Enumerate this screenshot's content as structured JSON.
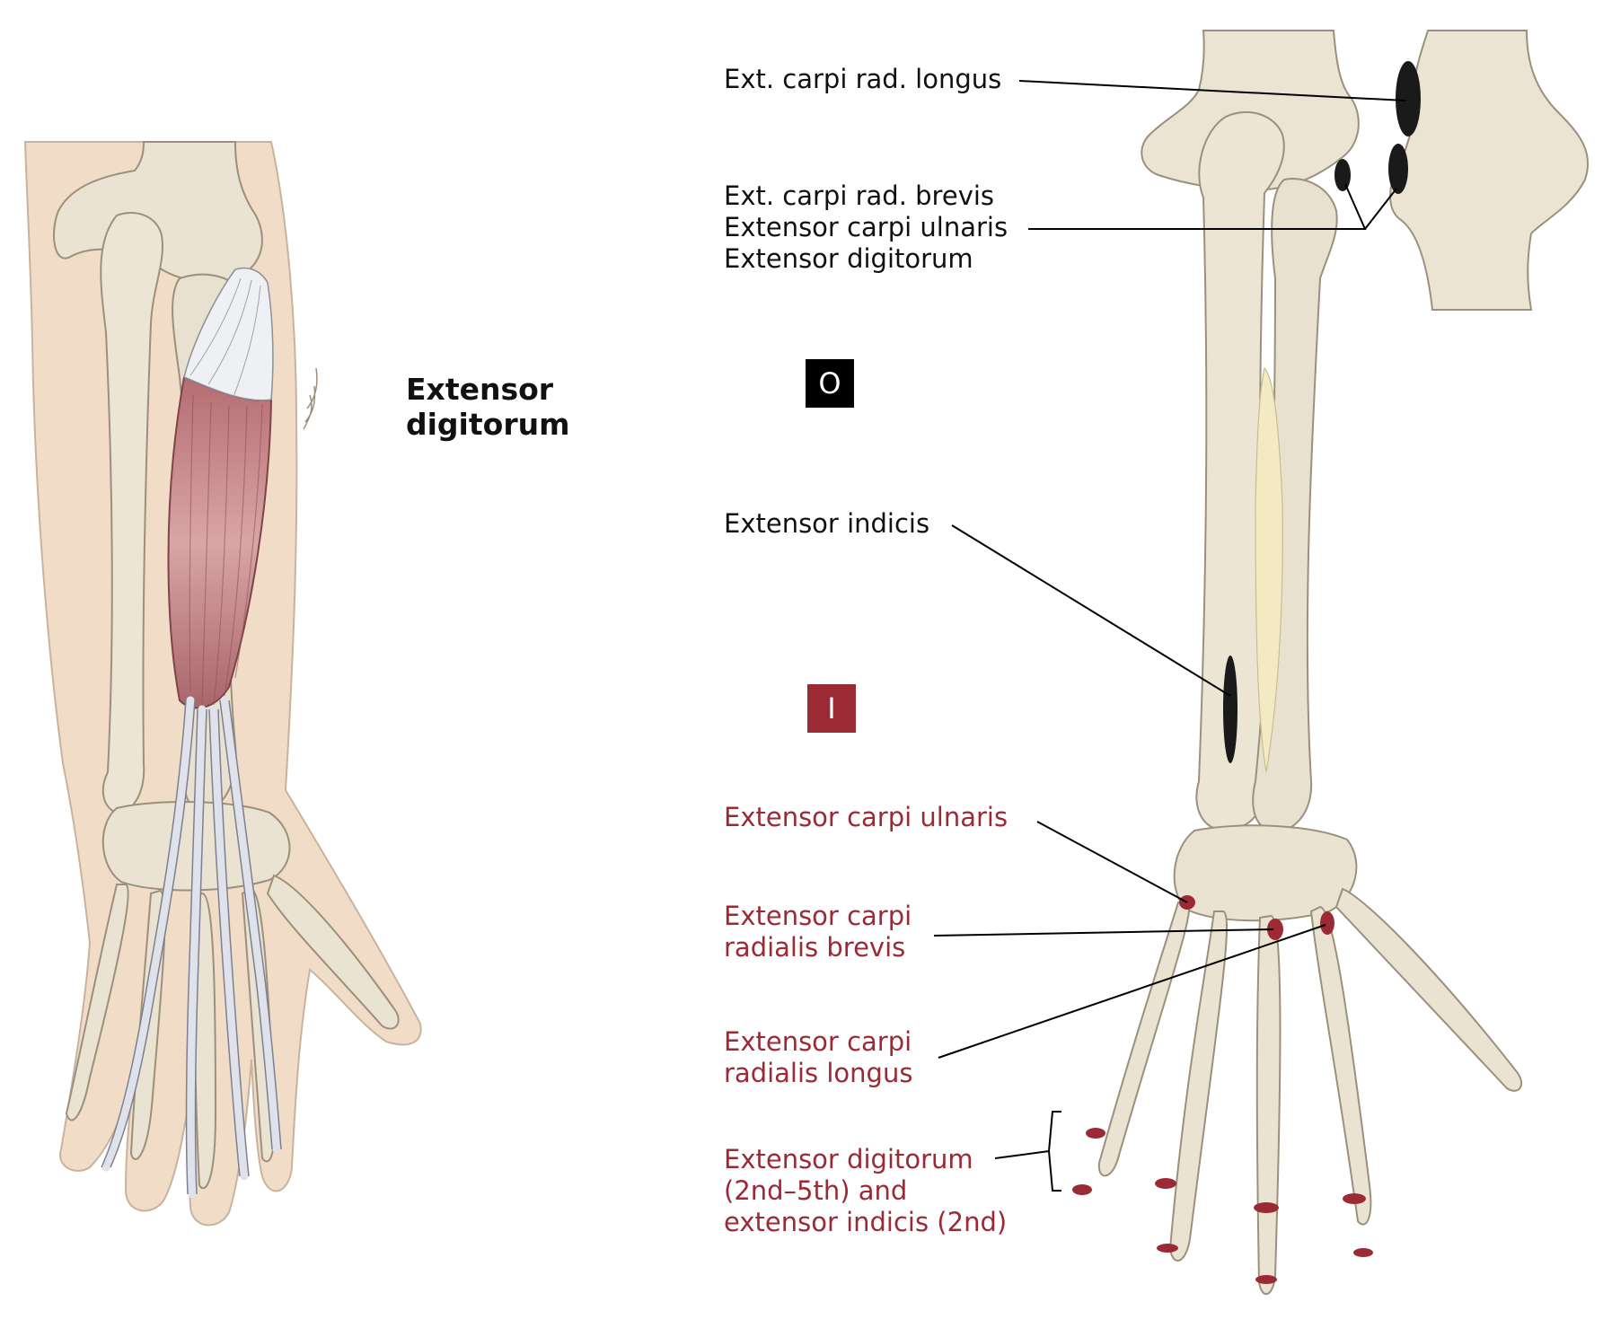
{
  "title": {
    "line1": "Extensor",
    "line2": "digitorum"
  },
  "origin_badge": "O",
  "insertion_badge": "I",
  "origin_labels": {
    "ecrl": "Ext. carpi rad. longus",
    "group": [
      "Ext. carpi rad. brevis",
      "Extensor carpi ulnaris",
      "Extensor digitorum"
    ],
    "ei": "Extensor indicis"
  },
  "insertion_labels": {
    "ecu": "Extensor carpi ulnaris",
    "ecrb": [
      "Extensor carpi",
      "radialis brevis"
    ],
    "ecrl": [
      "Extensor carpi",
      "radialis longus"
    ],
    "ed": [
      "Extensor digitorum",
      "(2nd–5th) and",
      "extensor indicis (2nd)"
    ]
  },
  "colors": {
    "bone": "#ece4d2",
    "skin": "#f0dcc8",
    "muscle": "#c58c8f",
    "tendon": "#eef0f4",
    "origin_mark": "#1a1a1a",
    "insertion_mark": "#9b2a35",
    "insertion_text": "#9b2a35"
  }
}
